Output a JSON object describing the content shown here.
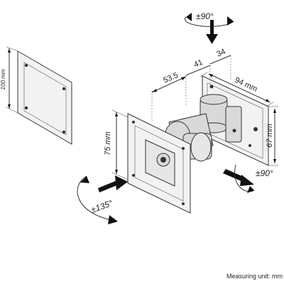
{
  "vesa_plate": {
    "size_label": "100 mm"
  },
  "dimensions": {
    "d1": "53.5",
    "d2": "41",
    "d3": "34",
    "width": "94 mm",
    "height": "67 mm",
    "front_plate": "75 mm"
  },
  "rotations": {
    "top": "±90°",
    "right": "±90°",
    "left": "±135°"
  },
  "footer": {
    "unit_note": "Measuring unit: mm"
  }
}
